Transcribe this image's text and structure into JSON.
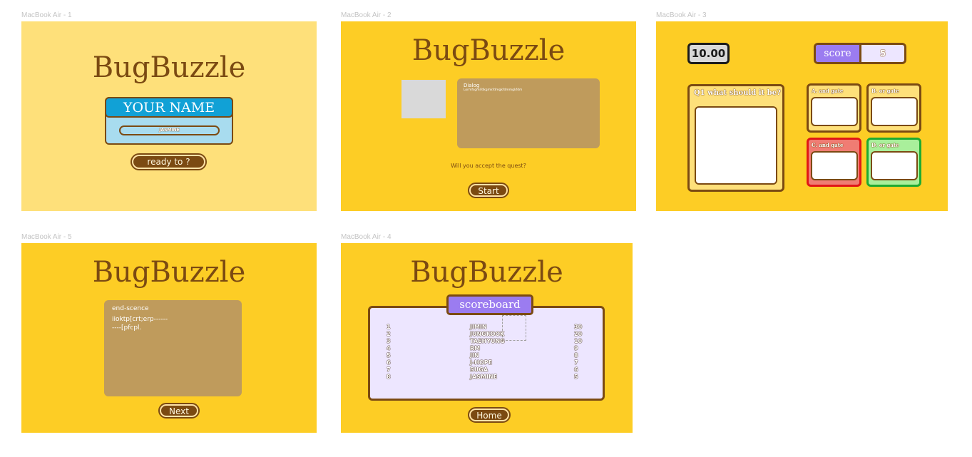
{
  "frames": {
    "f1": {
      "label": "MacBook Air - 1",
      "title": "BugBuzzle",
      "name_header": "YOUR NAME",
      "name_value": "JASMINE",
      "ready_button": "ready to ?"
    },
    "f2": {
      "label": "MacBook Air - 2",
      "title": "BugBuzzle",
      "dialog_title": "Dialog",
      "dialog_text": "Lormfsgmifdkgmkfdmgkfdmmgkfdm",
      "quest_text": "Will you accept the quest?",
      "start_button": "Start"
    },
    "f3": {
      "label": "MacBook Air - 3",
      "timer": "10.00",
      "score_label": "score",
      "score_value": "5",
      "question": "Q1 what should it be?",
      "options": [
        "A. and gate",
        "B. or gate",
        "C. and gate",
        "D. or gate"
      ]
    },
    "f5": {
      "label": "MacBook Air - 5",
      "title": "BugBuzzle",
      "end_title": "end-scence",
      "end_text_1": "iioktp[crt;erp------",
      "end_text_2": "----[pfcpl.",
      "next_button": "Next"
    },
    "f4": {
      "label": "MacBook Air - 4",
      "title": "BugBuzzle",
      "scoreboard_title": "scoreboard",
      "rows": [
        {
          "rank": "1",
          "name": "JIMIN",
          "score": "30"
        },
        {
          "rank": "2",
          "name": "JUNGKOOK",
          "score": "20"
        },
        {
          "rank": "3",
          "name": "TAEHYUNG",
          "score": "10"
        },
        {
          "rank": "4",
          "name": "RM",
          "score": "9"
        },
        {
          "rank": "5",
          "name": "JIN",
          "score": "8"
        },
        {
          "rank": "6",
          "name": "J-HOPE",
          "score": "7"
        },
        {
          "rank": "7",
          "name": "SUGA",
          "score": "6"
        },
        {
          "rank": "8",
          "name": "JASMINE",
          "score": "5"
        }
      ],
      "home_button": "Home"
    }
  },
  "colors": {
    "frame_bg": "#fdcd25",
    "frame1_bg": "#fee07a",
    "brown": "#7b4a12",
    "panel": "#bf9b5c",
    "purple": "#9b7cf0",
    "lavender": "#ede6ff",
    "blue": "#11a1d6"
  }
}
